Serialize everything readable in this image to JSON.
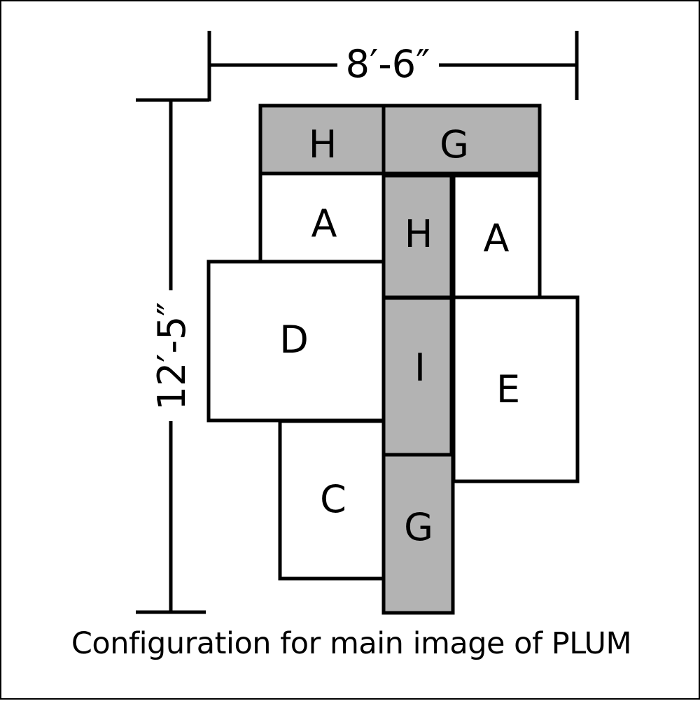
{
  "dimensions": {
    "width_label": "8′-6″",
    "height_label": "12′-5″"
  },
  "pieces": [
    {
      "label": "H",
      "shaded": true
    },
    {
      "label": "G",
      "shaded": true
    },
    {
      "label": "A",
      "shaded": false
    },
    {
      "label": "H",
      "shaded": true
    },
    {
      "label": "A",
      "shaded": false
    },
    {
      "label": "D",
      "shaded": false
    },
    {
      "label": "I",
      "shaded": true
    },
    {
      "label": "E",
      "shaded": false
    },
    {
      "label": "C",
      "shaded": false
    },
    {
      "label": "G",
      "shaded": true
    }
  ],
  "caption": "Configuration for main image of PLUM",
  "colors": {
    "shaded_fill": "#b3b3b3",
    "unshaded_fill": "#ffffff",
    "stroke": "#000000"
  }
}
